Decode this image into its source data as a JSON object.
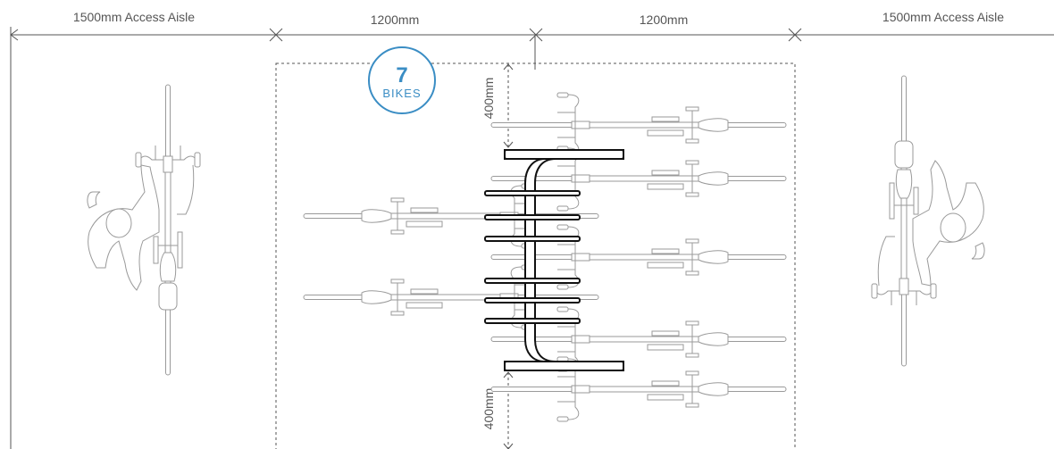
{
  "dimensions": {
    "left_aisle": "1500mm Access Aisle",
    "left_bay": "1200mm",
    "right_bay": "1200mm",
    "right_aisle": "1500mm Access Aisle",
    "top_clearance": "400mm",
    "bottom_clearance": "400mm"
  },
  "capacity_badge": {
    "count": "7",
    "unit": "BIKES"
  },
  "colors": {
    "accent": "#3a8dc4",
    "line": "#555555",
    "bike": "#9a9a9a",
    "rack": "#111111"
  },
  "icons": [
    "cyclist-icon",
    "bike-icon",
    "bike-rack-icon"
  ]
}
